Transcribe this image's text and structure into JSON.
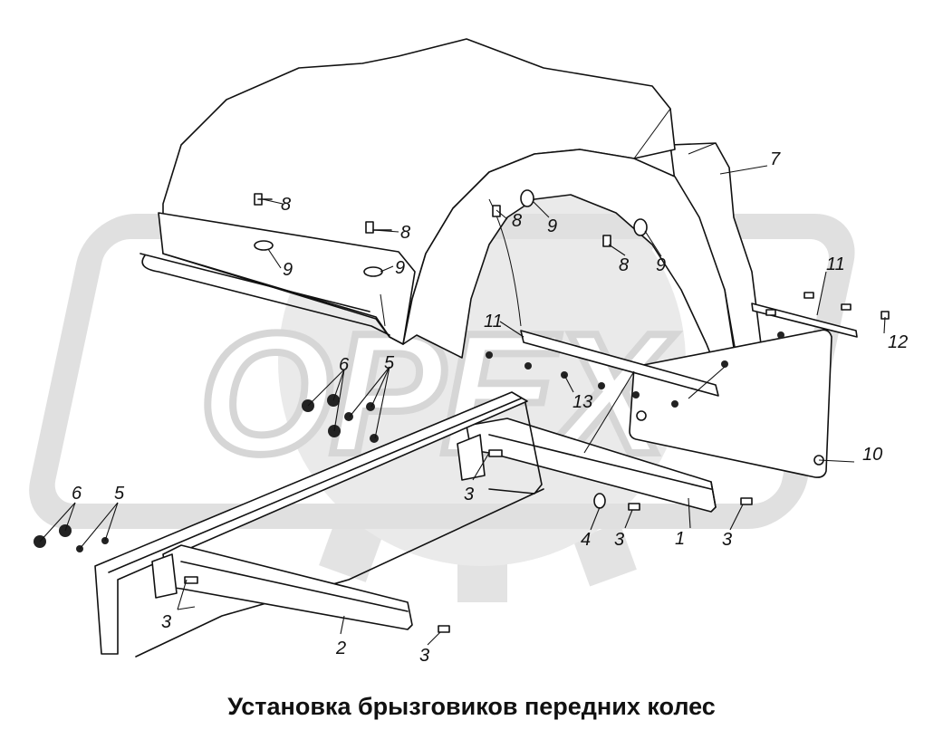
{
  "caption": "Установка брызговиков передних колес",
  "watermark": {
    "text": "OPEX",
    "fill": "#e6e6e6"
  },
  "callouts": {
    "n1": "1",
    "n2": "2",
    "n3": "3",
    "n4": "4",
    "n5": "5",
    "n6": "6",
    "n7": "7",
    "n8": "8",
    "n9": "9",
    "n10": "10",
    "n11": "11",
    "n12": "12",
    "n13": "13"
  }
}
